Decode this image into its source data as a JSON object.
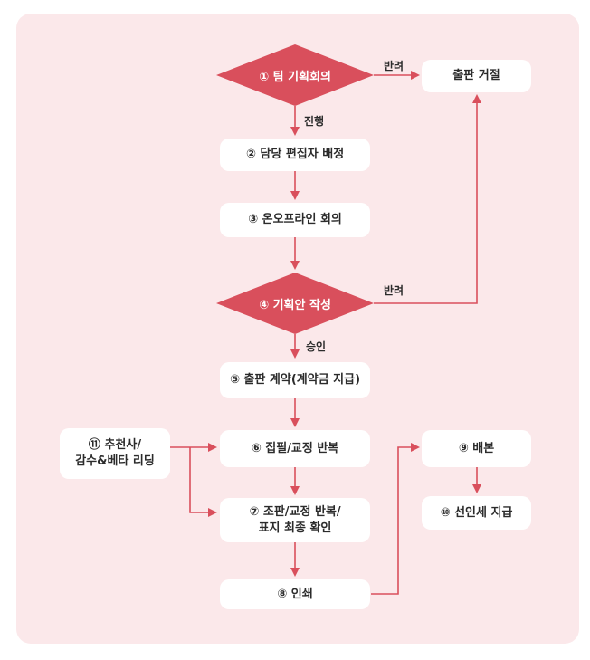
{
  "colors": {
    "accent": "#d94f5c",
    "panel": "#fbe8ea",
    "node": "#ffffff",
    "text": "#2b2b2b"
  },
  "nodes": {
    "team_meeting": "① 팀 기획회의",
    "reject": "출판 거절",
    "assign_editor": "② 담당 편집자 배정",
    "online_meeting": "③ 온오프라인 회의",
    "proposal": "④ 기획안 작성",
    "contract": "⑤ 출판 계약(계약금 지급)",
    "recommend": "⑪ 추천사/\n감수&베타 리딩",
    "edit_proof": "⑥ 집필/교정 반복",
    "typeset": "⑦ 조판/교정 반복/\n표지 최종 확인",
    "print": "⑧ 인쇄",
    "distribution": "⑨ 배본",
    "royalty": "⑩ 선인세 지급"
  },
  "edge_labels": {
    "reject_1": "반려",
    "proceed": "진행",
    "reject_2": "반려",
    "approve": "승인"
  }
}
